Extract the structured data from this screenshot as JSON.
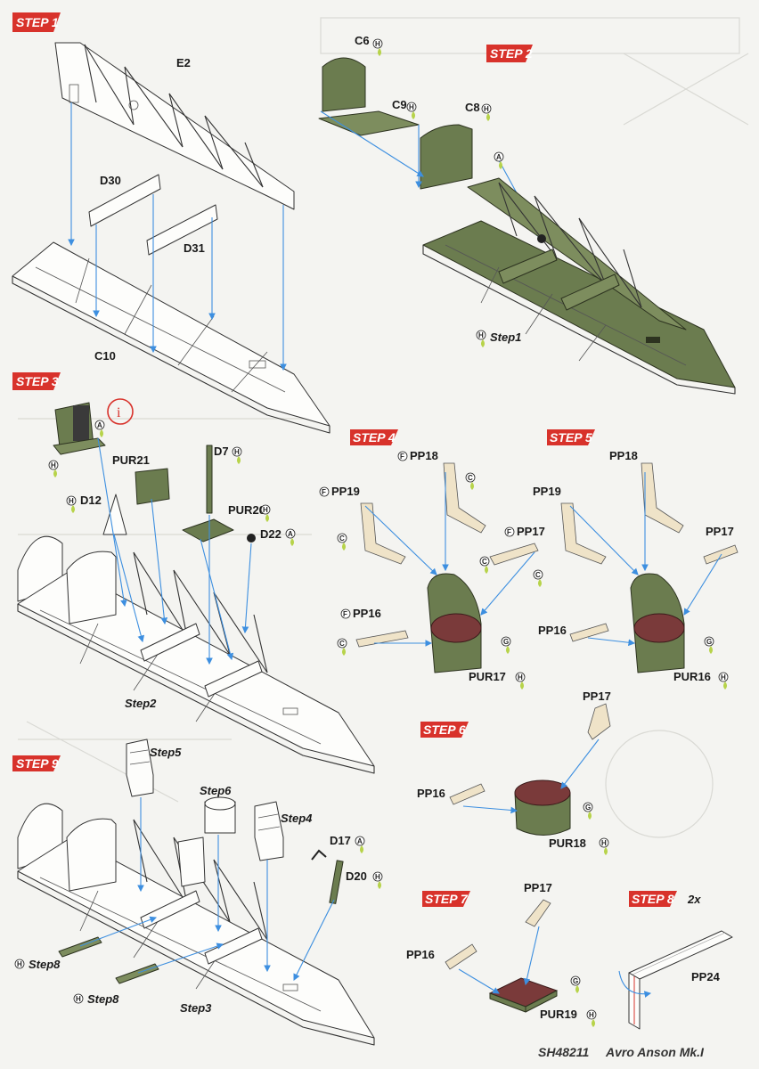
{
  "steps": {
    "s1": {
      "title": "STEP 1"
    },
    "s2": {
      "title": "STEP 2"
    },
    "s3": {
      "title": "STEP 3"
    },
    "s4": {
      "title": "STEP 4"
    },
    "s5": {
      "title": "STEP 5"
    },
    "s6": {
      "title": "STEP 6"
    },
    "s7": {
      "title": "STEP 7"
    },
    "s8": {
      "title": "STEP 8",
      "multiplier": "2x"
    },
    "s9": {
      "title": "STEP 9"
    }
  },
  "parts": {
    "E2": "E2",
    "D30": "D30",
    "D31": "D31",
    "C10": "C10",
    "C6": "C6",
    "C9": "C9",
    "C8": "C8",
    "PUR21": "PUR21",
    "D12": "D12",
    "D7": "D7",
    "PUR20": "PUR20",
    "D22": "D22",
    "PP18": "PP18",
    "PP19": "PP19",
    "PP17": "PP17",
    "PP16": "PP16",
    "PUR17": "PUR17",
    "PUR16": "PUR16",
    "PUR18": "PUR18",
    "PUR19": "PUR19",
    "PP24": "PP24",
    "D17": "D17",
    "D20": "D20"
  },
  "refs": {
    "step1": "Step1",
    "step2": "Step2",
    "step3": "Step3",
    "step4": "Step4",
    "step5": "Step5",
    "step6": "Step6",
    "step8": "Step8"
  },
  "paint": {
    "A": "A",
    "C": "C",
    "F": "F",
    "G": "G",
    "H": "H"
  },
  "info_symbol": "i",
  "footer": {
    "code": "SH48211",
    "name": "Avro Anson Mk.I"
  },
  "colors": {
    "accent": "#d8322b",
    "arrow": "#3d8fe0",
    "interior_green": "#6b7c4f",
    "cushion": "#7a3a3a"
  }
}
